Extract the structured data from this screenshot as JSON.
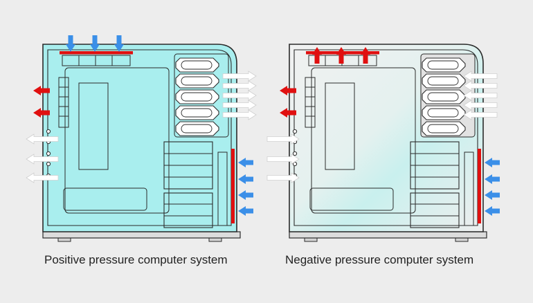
{
  "diagrams": [
    {
      "caption": "Positive pressure computer system",
      "case_fill": "#a9eeee",
      "top_exhaust": "in",
      "colors": {
        "intake": "#3b8fe8",
        "exhaust": "#e01010",
        "passive_out": "#ffffff"
      }
    },
    {
      "caption": "Negative pressure computer system",
      "case_fill": "#e6ecea",
      "top_exhaust": "out",
      "colors": {
        "intake": "#3b8fe8",
        "exhaust": "#e01010",
        "passive_out": "#ffffff"
      }
    }
  ],
  "palette": {
    "outline": "#2a2a2a",
    "background": "#ededed"
  }
}
